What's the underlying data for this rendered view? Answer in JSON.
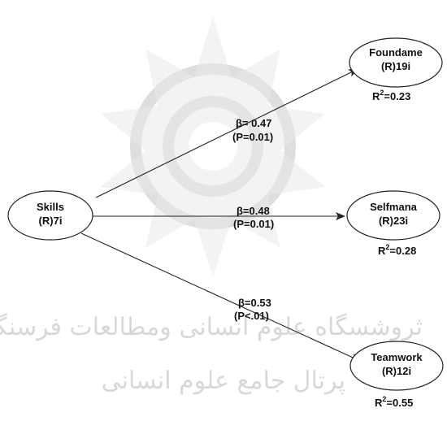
{
  "nodes": {
    "skills": {
      "line1": "Skills",
      "line2": "(R)7i"
    },
    "foundame": {
      "line1": "Foundame",
      "line2": "(R)19i",
      "r2_prefix": "R",
      "r2_sup": "2",
      "r2_value": "=0.23"
    },
    "selfmana": {
      "line1": "Selfmana",
      "line2": "(R)23i",
      "r2_prefix": "R",
      "r2_sup": "2",
      "r2_value": "=0.28"
    },
    "teamwork": {
      "line1": "Teamwork",
      "line2": "(R)12i",
      "r2_prefix": "R",
      "r2_sup": "2",
      "r2_value": "=0.55"
    }
  },
  "paths": {
    "to_foundame": {
      "beta": "β= 0.47",
      "p": "(P=0.01)"
    },
    "to_selfmana": {
      "beta": "β=0.48",
      "p": "(P=0.01)"
    },
    "to_teamwork": {
      "beta": "β=0.53",
      "p": "(P<.01)"
    }
  },
  "watermark": {
    "line1": "ثروشسگاه علوم انسانی ومطالعات فرسنگی",
    "line2": "پرتال جامع علوم انسانی"
  },
  "colors": {
    "stroke": "#222222",
    "watermark": "#dedede"
  }
}
